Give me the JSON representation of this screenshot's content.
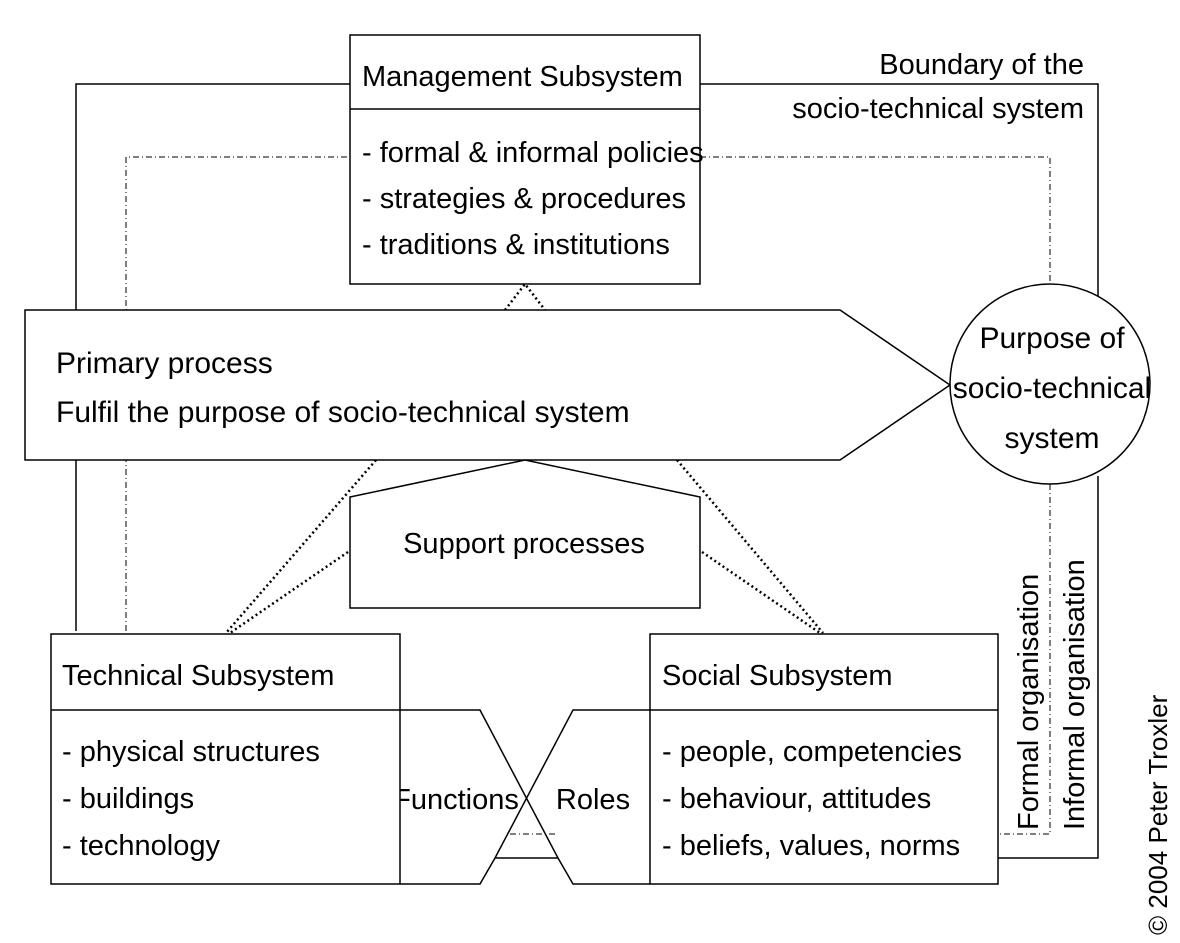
{
  "boundary": {
    "line1": "Boundary of the",
    "line2": "socio-technical system"
  },
  "management": {
    "title": "Management Subsystem",
    "items": [
      "- formal & informal policies",
      "- strategies & procedures",
      "- traditions & institutions"
    ]
  },
  "primary": {
    "line1": "Primary process",
    "line2": "Fulfil the purpose of socio-technical system"
  },
  "purpose": {
    "line1": "Purpose of",
    "line2": "socio-technical",
    "line3": "system"
  },
  "support": {
    "label": "Support processes"
  },
  "technical": {
    "title": "Technical Subsystem",
    "items": [
      "- physical structures",
      "- buildings",
      "- technology"
    ]
  },
  "social": {
    "title": "Social Subsystem",
    "items": [
      "- people, competencies",
      "- behaviour, attitudes",
      "- beliefs, values, norms"
    ]
  },
  "links": {
    "functions": "Functions",
    "roles": "Roles"
  },
  "organisation": {
    "formal": "Formal organisation",
    "informal": "Informal organisation"
  },
  "copyright": "© 2004 Peter Troxler"
}
